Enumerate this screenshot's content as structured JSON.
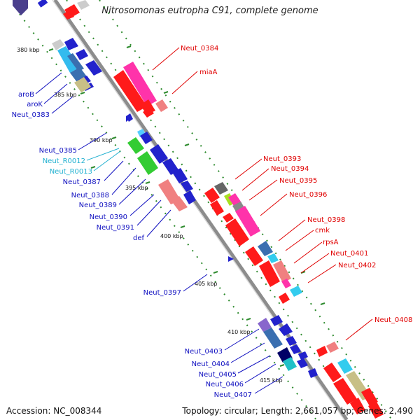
{
  "title": "Nitrosomonas eutropha C91, complete genome",
  "accession": "Accession: NC_008344",
  "summary": "Topology: circular; Length: 2,661,057 bp; Genes: 2,490",
  "colors": {
    "backbone": "#8c8c8c",
    "tick_line": "#2e8b2e",
    "left_label": "#1010c0",
    "right_label": "#e00000",
    "rna_label": "#20b0d0"
  },
  "ticks": [
    {
      "text": "380 kbp"
    },
    {
      "text": "385 kbp"
    },
    {
      "text": "390 kbp"
    },
    {
      "text": "395 kbp"
    },
    {
      "text": "400 kbp"
    },
    {
      "text": "405 kbp"
    },
    {
      "text": "410 kbp"
    },
    {
      "text": "415 kbp"
    }
  ],
  "left_labels": [
    {
      "text": "aroB",
      "color": "#1010c0"
    },
    {
      "text": "aroK",
      "color": "#1010c0"
    },
    {
      "text": "Neut_0383",
      "color": "#1010c0"
    },
    {
      "text": "Neut_0385",
      "color": "#1010c0"
    },
    {
      "text": "Neut_R0012",
      "color": "#20b0d0"
    },
    {
      "text": "Neut_R0013",
      "color": "#20b0d0"
    },
    {
      "text": "Neut_0387",
      "color": "#1010c0"
    },
    {
      "text": "Neut_0388",
      "color": "#1010c0"
    },
    {
      "text": "Neut_0389",
      "color": "#1010c0"
    },
    {
      "text": "Neut_0390",
      "color": "#1010c0"
    },
    {
      "text": "Neut_0391",
      "color": "#1010c0"
    },
    {
      "text": "def",
      "color": "#1010c0"
    },
    {
      "text": "Neut_0397",
      "color": "#1010c0"
    },
    {
      "text": "Neut_0403",
      "color": "#1010c0"
    },
    {
      "text": "Neut_0404",
      "color": "#1010c0"
    },
    {
      "text": "Neut_0405",
      "color": "#1010c0"
    },
    {
      "text": "Neut_0406",
      "color": "#1010c0"
    },
    {
      "text": "Neut_0407",
      "color": "#1010c0"
    }
  ],
  "right_labels": [
    {
      "text": "Neut_0384",
      "color": "#e00000"
    },
    {
      "text": "miaA",
      "color": "#e00000"
    },
    {
      "text": "Neut_0393",
      "color": "#e00000"
    },
    {
      "text": "Neut_0394",
      "color": "#e00000"
    },
    {
      "text": "Neut_0395",
      "color": "#e00000"
    },
    {
      "text": "Neut_0396",
      "color": "#e00000"
    },
    {
      "text": "Neut_0398",
      "color": "#e00000"
    },
    {
      "text": "cmk",
      "color": "#e00000"
    },
    {
      "text": "rpsA",
      "color": "#e00000"
    },
    {
      "text": "Neut_0401",
      "color": "#e00000"
    },
    {
      "text": "Neut_0402",
      "color": "#e00000"
    },
    {
      "text": "Neut_0408",
      "color": "#e00000"
    }
  ]
}
